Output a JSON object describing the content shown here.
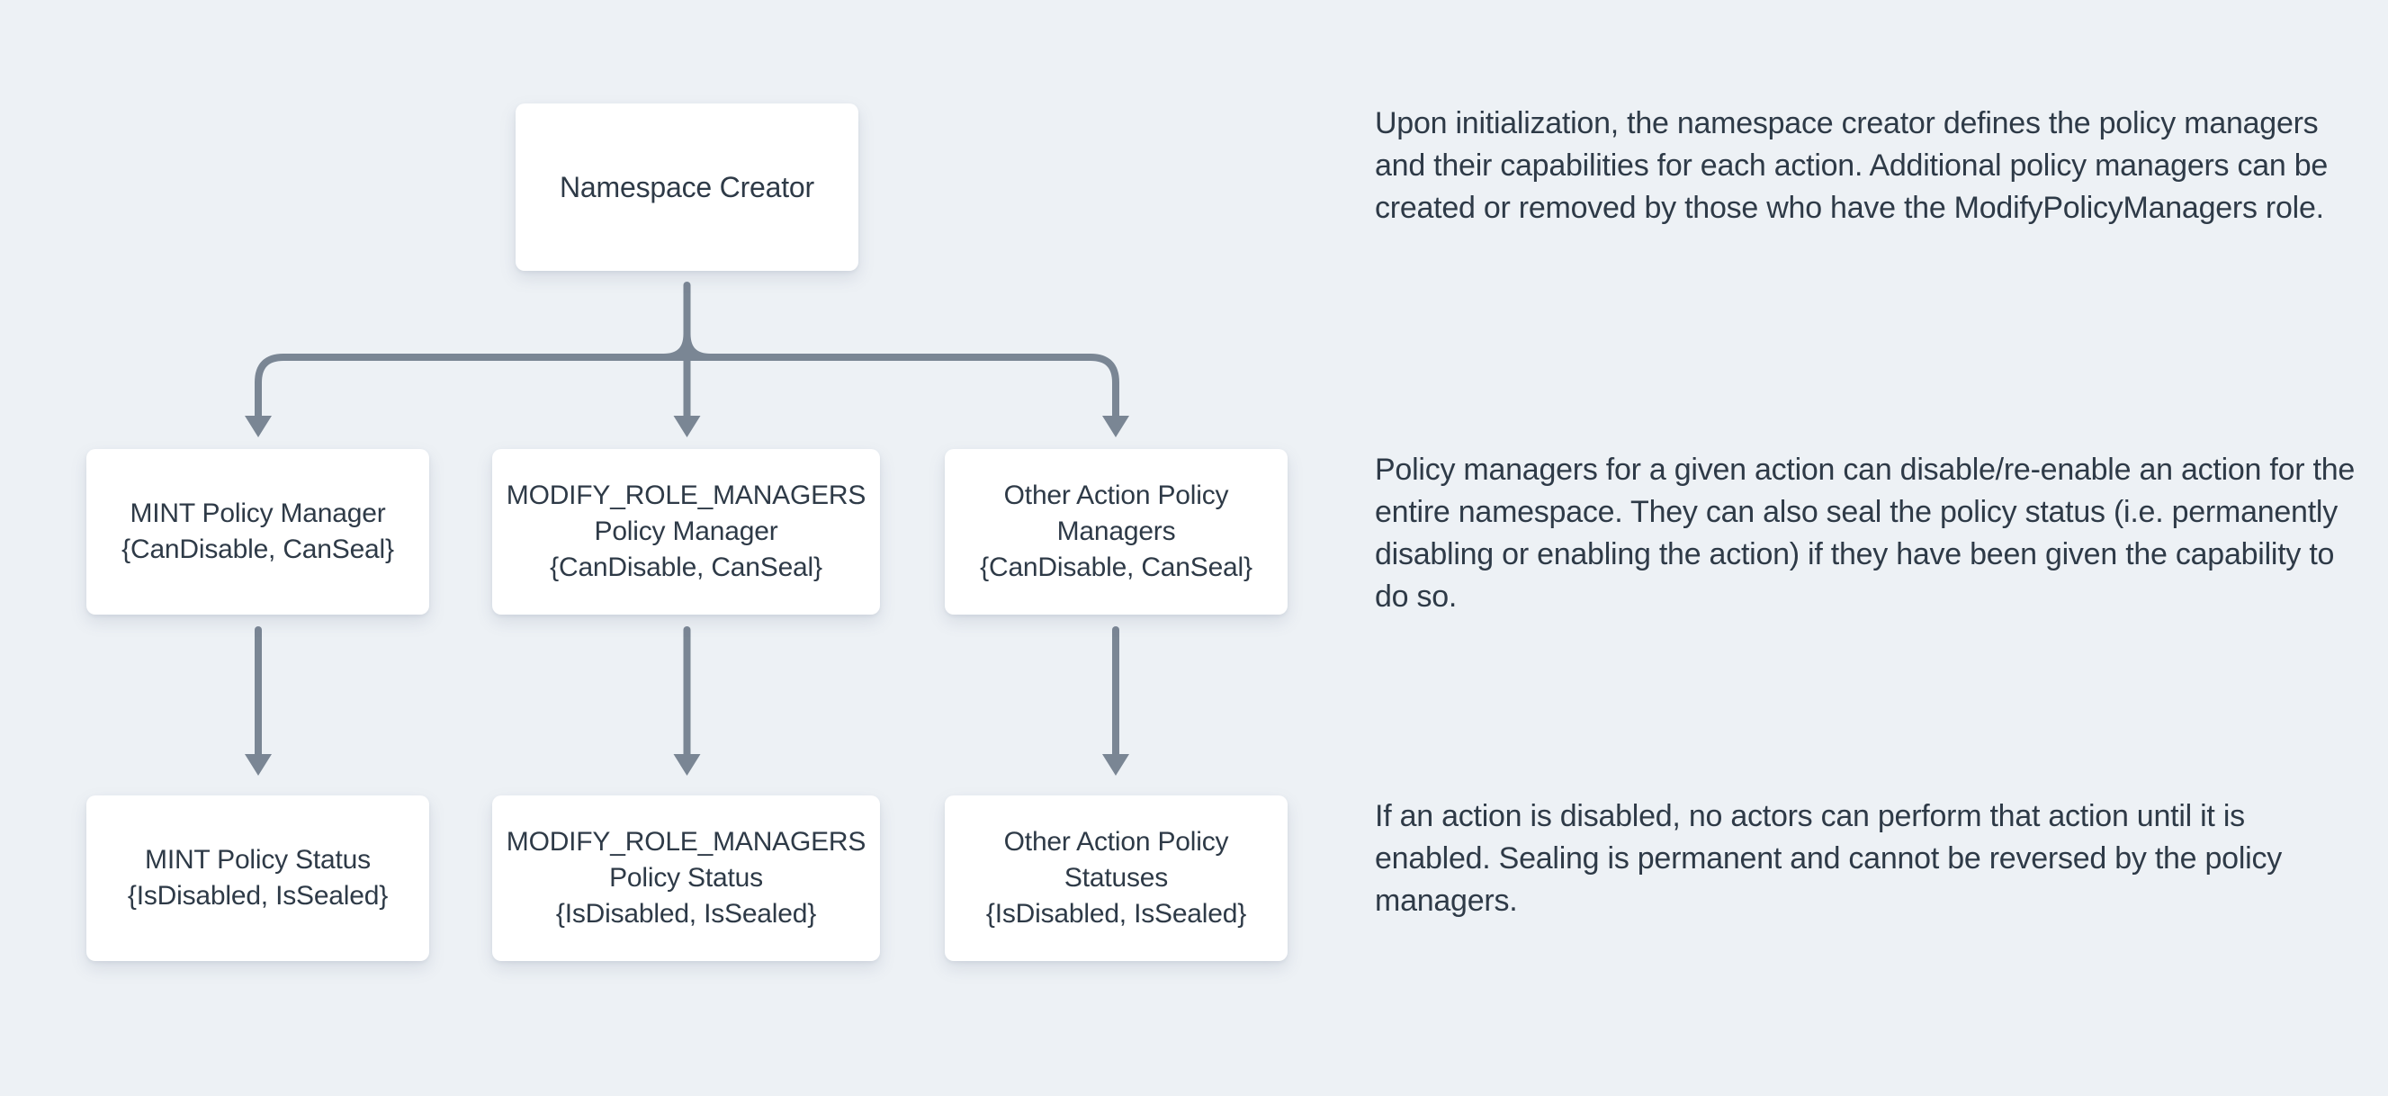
{
  "colors": {
    "page_bg": "#edf1f5",
    "box_bg": "#ffffff",
    "text": "#2e3a47",
    "arrow": "#7a8694"
  },
  "diagram": {
    "root": {
      "title": "Namespace Creator"
    },
    "managers": [
      {
        "title": "MINT Policy Manager",
        "caps": "{CanDisable, CanSeal}"
      },
      {
        "title": "MODIFY_ROLE_MANAGERS Policy Manager",
        "caps": "{CanDisable, CanSeal}"
      },
      {
        "title": "Other Action Policy Managers",
        "caps": "{CanDisable, CanSeal}"
      }
    ],
    "statuses": [
      {
        "title": "MINT Policy Status",
        "caps": "{IsDisabled, IsSealed}"
      },
      {
        "title": "MODIFY_ROLE_MANAGERS Policy Status",
        "caps": "{IsDisabled, IsSealed}"
      },
      {
        "title": "Other Action Policy Statuses",
        "caps": "{IsDisabled, IsSealed}"
      }
    ]
  },
  "annotations": [
    {
      "text": "Upon initialization, the namespace creator defines the policy managers and their capabilities for each action. Additional policy managers can be created or removed by those who have the ModifyPolicyManagers role."
    },
    {
      "text": "Policy managers for a given action can disable/re-enable an action for the entire namespace. They can also seal the policy status (i.e. permanently disabling or enabling the action) if they have been given the capability to do so."
    },
    {
      "text": "If an action is disabled, no actors can perform that action until it is enabled. Sealing is permanent and cannot be reversed by the policy managers."
    }
  ]
}
